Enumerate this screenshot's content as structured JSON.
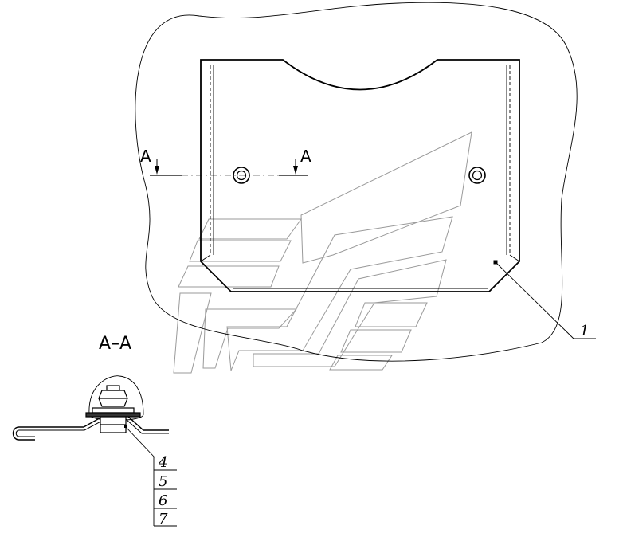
{
  "section_marks": {
    "left": "A",
    "right": "A"
  },
  "section_title": "A–A",
  "callouts": {
    "part_1": "1",
    "stack": [
      "4",
      "5",
      "6",
      "7"
    ]
  },
  "colors": {
    "line": "#000000",
    "watermark": "#9a9a9a",
    "background": "#ffffff"
  }
}
